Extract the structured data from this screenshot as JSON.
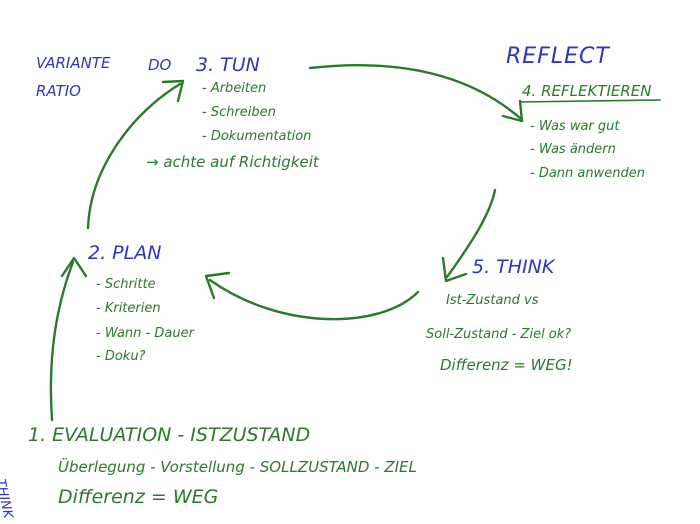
{
  "side_label": {
    "line1": "VARIANTE",
    "line2": "RATIO",
    "do": "DO"
  },
  "reflect_label": "REFLECT",
  "think_side": "THINK",
  "tun": {
    "title": "3. TUN",
    "items": [
      "- Arbeiten",
      "- Schreiben",
      "- Dokumentation"
    ],
    "note": "→ achte auf Richtigkeit"
  },
  "reflektieren": {
    "title": "4. REFLEKTIEREN",
    "items": [
      "- Was war gut",
      "- Was ändern",
      "- Dann anwenden"
    ]
  },
  "plan": {
    "title": "2. PLAN",
    "items": [
      "- Schritte",
      "- Kriterien",
      "- Wann - Dauer",
      "- Doku?"
    ]
  },
  "think": {
    "title": "5. THINK",
    "lines": [
      "Ist-Zustand vs",
      "Soll-Zustand - Ziel ok?",
      "Differenz = WEG!"
    ]
  },
  "evaluation": {
    "line1": "1. EVALUATION - ISTZUSTAND",
    "line2": "Überlegung - Vorstellung - SOLLZUSTAND - ZIEL",
    "line3": "Differenz = WEG"
  },
  "colors": {
    "green": "#2a7a2a",
    "blue": "#2f36b8"
  }
}
